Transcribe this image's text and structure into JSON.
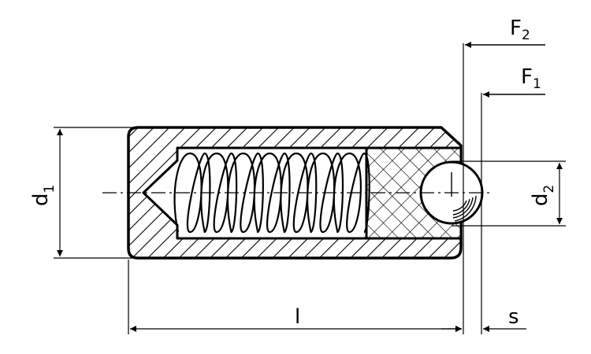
{
  "labels": {
    "d1": {
      "main": "d",
      "sub": "1"
    },
    "d2": {
      "main": "d",
      "sub": "2"
    },
    "l": "l",
    "s": "s",
    "F1": {
      "main": "F",
      "sub": "1"
    },
    "F2": {
      "main": "F",
      "sub": "2"
    }
  },
  "colors": {
    "line": "#000000",
    "background": "#ffffff"
  }
}
